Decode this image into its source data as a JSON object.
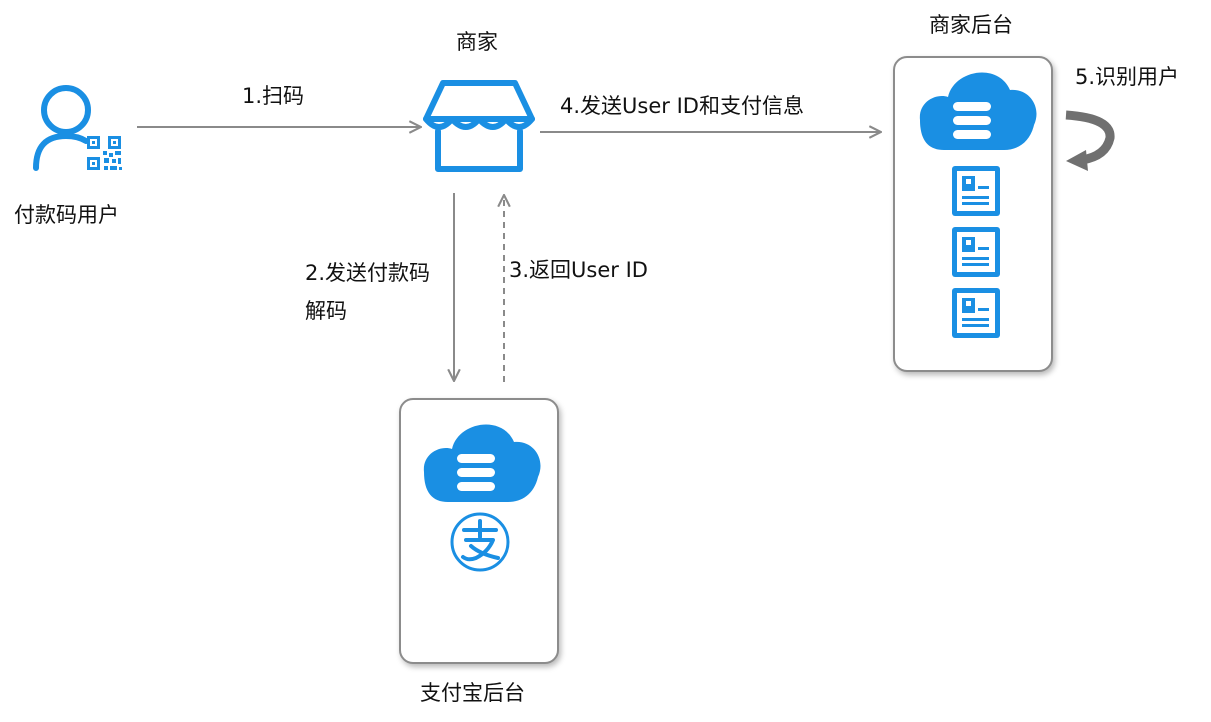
{
  "nodes": {
    "payer": {
      "label": "付款码用户"
    },
    "merchant": {
      "label": "商家"
    },
    "merchant_backend": {
      "label": "商家后台"
    },
    "alipay_backend": {
      "label": "支付宝后台"
    }
  },
  "edges": {
    "scan": {
      "label": "1.扫码"
    },
    "send_code": {
      "label_line1": "2.发送付款码",
      "label_line2": "解码"
    },
    "return_id": {
      "label": "3.返回User ID"
    },
    "send_info": {
      "label": "4.发送User ID和支付信息"
    },
    "identify": {
      "label": "5.识别用户"
    }
  },
  "colors": {
    "icon_blue": "#1a8fe3",
    "arrow_gray": "#8a8a8a",
    "loop_gray": "#707070",
    "panel_border": "#8c8c8c"
  },
  "icons": [
    "user-qr-icon",
    "store-icon",
    "cloud-server-icon",
    "document-icon",
    "alipay-logo-icon"
  ]
}
